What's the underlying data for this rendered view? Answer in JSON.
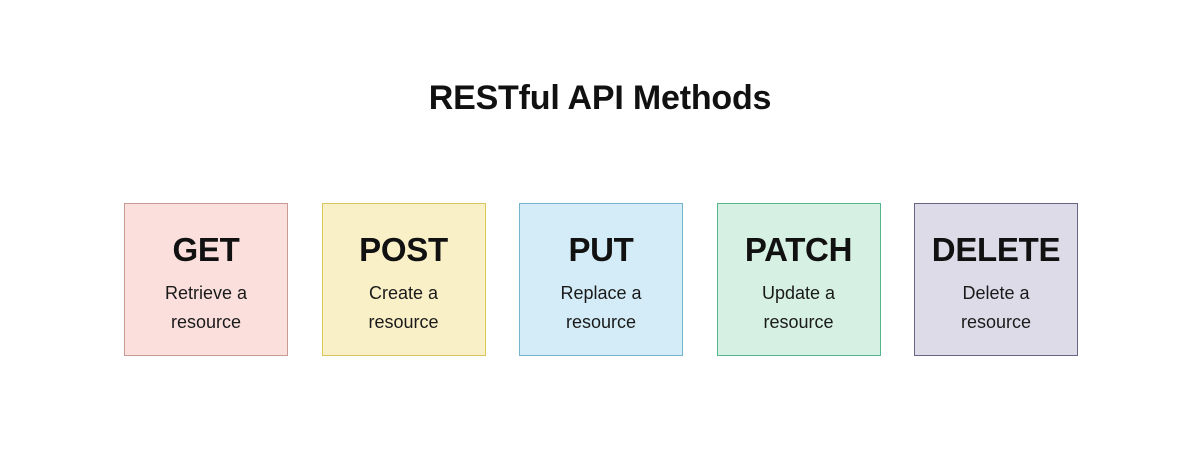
{
  "page": {
    "title": "RESTful API Methods",
    "background_color": "#ffffff",
    "text_color": "#111111"
  },
  "diagram": {
    "type": "card-row",
    "card_count": 5,
    "cards": [
      {
        "method": "GET",
        "description": "Retrieve a resource",
        "fill_color": "#fadfdc",
        "border_color": "#c99a93"
      },
      {
        "method": "POST",
        "description": "Create a resource",
        "fill_color": "#faf0c8",
        "border_color": "#d9c55c"
      },
      {
        "method": "PUT",
        "description": "Replace a resource",
        "fill_color": "#d3ecf7",
        "border_color": "#74b4cc"
      },
      {
        "method": "PATCH",
        "description": "Update a resource",
        "fill_color": "#d6f0e3",
        "border_color": "#55b58c"
      },
      {
        "method": "DELETE",
        "description": "Delete a resource",
        "fill_color": "#dedbe9",
        "border_color": "#6b6384"
      }
    ]
  }
}
